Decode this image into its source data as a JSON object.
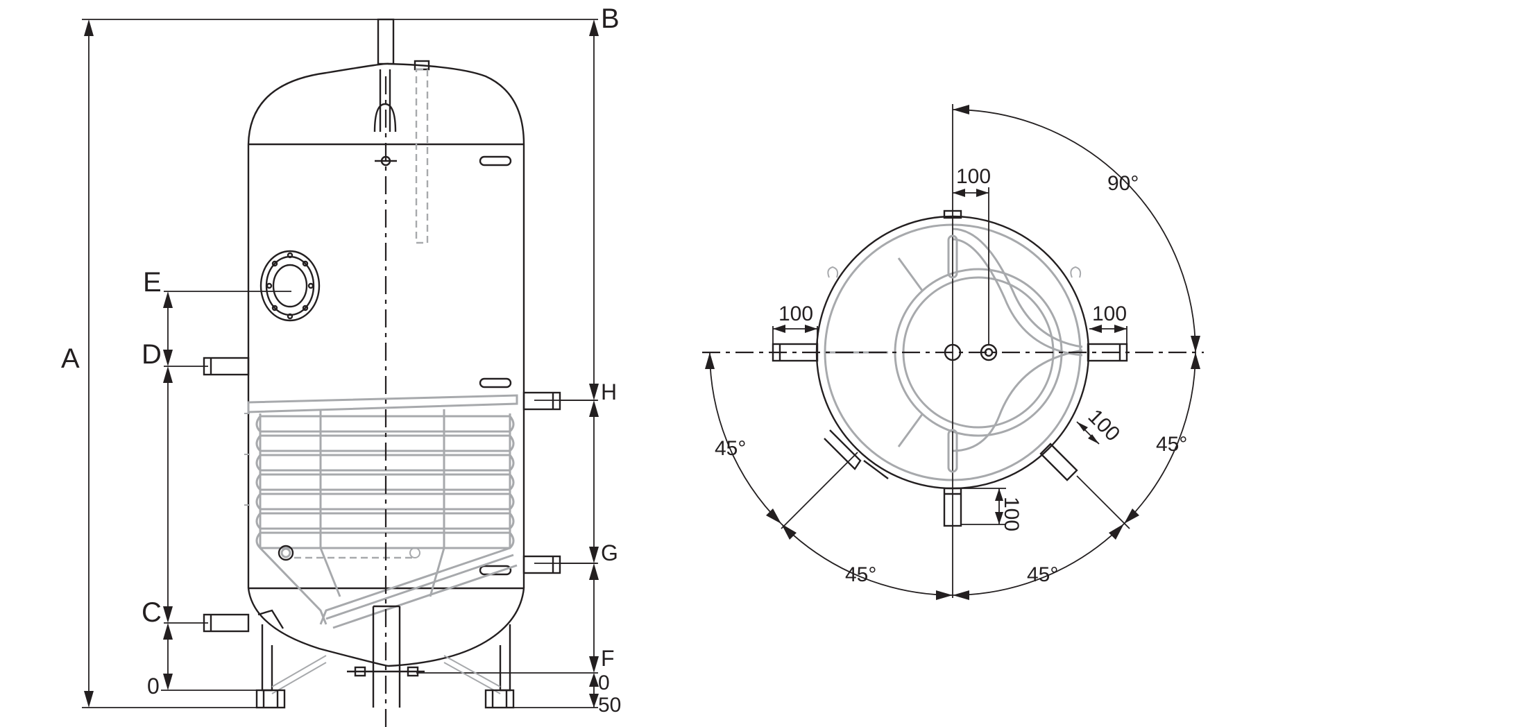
{
  "side_view": {
    "dimension_labels": {
      "A": "A",
      "B": "B",
      "C": "C",
      "D": "D",
      "E": "E",
      "F": "F",
      "G": "G",
      "H": "H",
      "zero_left": "0",
      "zero_right": "0",
      "base_height": "50"
    }
  },
  "top_view": {
    "dimensions": {
      "top_offset": "100",
      "left_offset": "100",
      "right_offset": "100",
      "diagonal_offset": "100",
      "bottom_offset": "100"
    },
    "angles": {
      "top_right": "90°",
      "left": "45°",
      "right": "45°",
      "bottom_left": "45°",
      "bottom_right": "45°"
    }
  },
  "colors": {
    "outline": "#231f20",
    "coil": "#a7a9ac"
  }
}
